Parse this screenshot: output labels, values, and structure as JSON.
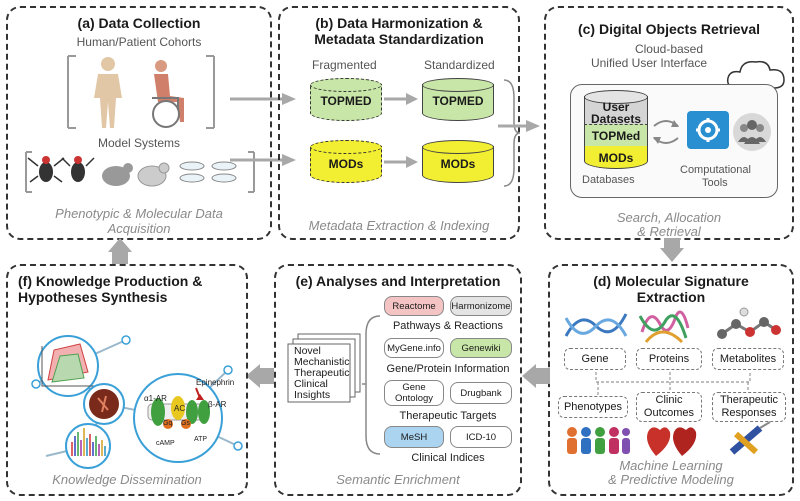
{
  "panel_a": {
    "title": "(a) Data Collection",
    "human_label": "Human/Patient Cohorts",
    "model_label": "Model Systems",
    "footer": "Phenotypic & Molecular Data Acquisition"
  },
  "panel_b": {
    "title_line1": "(b) Data Harmonization &",
    "title_line2": "Metadata Standardization",
    "fragmented": "Fragmented",
    "standardized": "Standardized",
    "topmed_frag": "TOPMED",
    "topmed_std": "TOPMED",
    "mods_frag": "MODs",
    "mods_std": "MODs",
    "footer": "Metadata Extraction & Indexing"
  },
  "panel_c": {
    "title": "(c) Digital Objects Retrieval",
    "subtitle_line1": "Cloud-based",
    "subtitle_line2": "Unified User Interface",
    "user": "User",
    "datasets": "Datasets",
    "topmed": "TOPMed",
    "mods": "MODs",
    "databases": "Databases",
    "tools_line1": "Computational",
    "tools_line2": "Tools",
    "footer_line1": "Search, Allocation",
    "footer_line2": "& Retrieval"
  },
  "panel_d": {
    "title_line1": "(d) Molecular Signature",
    "title_line2": "Extraction",
    "gene": "Gene",
    "proteins": "Proteins",
    "metabolites": "Metabolites",
    "phenotypes": "Phenotypes",
    "clinic_line1": "Clinic",
    "clinic_line2": "Outcomes",
    "therapeutic_line1": "Therapeutic",
    "therapeutic_line2": "Responses",
    "footer_line1": "Machine Learning",
    "footer_line2": "& Predictive Modeling"
  },
  "panel_e": {
    "title": "(e) Analyses and Interpretation",
    "reactome": "Reactome",
    "harmonizome": "Harmonizome",
    "pathways": "Pathways & Reactions",
    "mygene": "MyGene.info",
    "genewiki": "Genewiki",
    "gene_protein": "Gene/Protein Information",
    "gene_ontology_line1": "Gene",
    "gene_ontology_line2": "Ontology",
    "drugbank": "Drugbank",
    "therapeutic_targets": "Therapeutic Targets",
    "mesh": "MeSH",
    "icd10": "ICD-10",
    "clinical_indices": "Clinical Indices",
    "insights": [
      "Novel",
      "Mechanistic",
      "Therapeutic",
      "Clinical",
      "Insights"
    ],
    "footer": "Semantic Enrichment"
  },
  "panel_f": {
    "title_line1": "(f) Knowledge Production &",
    "title_line2": "Hypotheses Synthesis",
    "a1ar": "α1-AR",
    "ac": "AC",
    "epinephrine": "Epinephrin",
    "bar": "β-AR",
    "gq": "Gq",
    "gs": "Gs",
    "camp": "cAMP",
    "atp": "ATP",
    "footer": "Knowledge Dissemination"
  },
  "colors": {
    "yellow": "#f2ee32",
    "green": "#c8e6a8",
    "red_db": "#f4c4c4",
    "blue_db": "#aad4f0",
    "arrow_grey": "#a8a8a8",
    "cloud_blue": "#2a8fd0"
  }
}
